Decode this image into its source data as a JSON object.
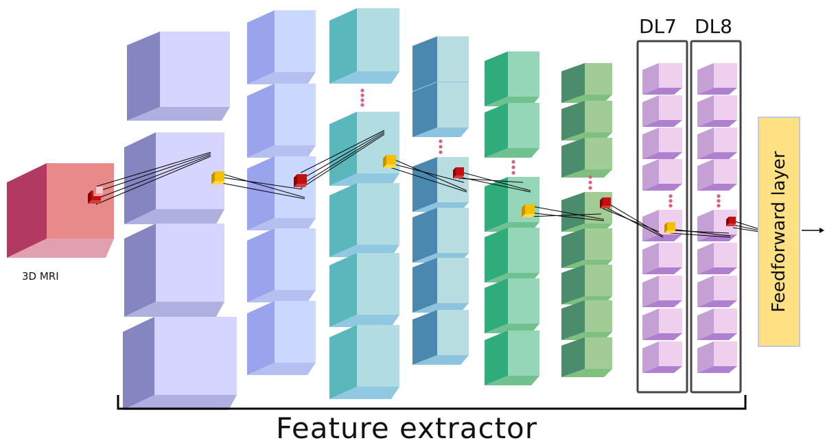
{
  "labels": {
    "input": "3D MRI",
    "dl7": "DL7",
    "dl8": "DL8",
    "feedforward": "Feedforward layer",
    "feature_extractor": "Feature extractor"
  },
  "colors": {
    "input": [
      "#b23a62",
      "#e88a8a",
      "#e0a0b0"
    ],
    "layer1": [
      "#8585c2",
      "#d5d5ff",
      "#b0b0e0"
    ],
    "layer2": [
      "#9aa4ec",
      "#cad8ff",
      "#b6c0f0"
    ],
    "layer3": [
      "#5ab8bc",
      "#b0dce2",
      "#8fc8e0"
    ],
    "layer4": [
      "#4a88b0",
      "#b8dde0",
      "#8cc4e0"
    ],
    "layer5": [
      "#2fab7c",
      "#96d6b8",
      "#70c090"
    ],
    "layer6": [
      "#4a8c6c",
      "#a2cc96",
      "#7fc080"
    ],
    "dense": [
      "#c5a0d5",
      "#eed0ee",
      "#b080d0"
    ],
    "kernel_dark": [
      "#8a0000",
      "#c21010",
      "#d04040"
    ],
    "kernel_pink": [
      "#e08080",
      "#ffc8c8",
      "#f0a0a0"
    ],
    "kernel_yellow": [
      "#c89000",
      "#f5c000",
      "#ffd84a"
    ],
    "ellipsis": "#d86080",
    "feedforward": "#ffe083",
    "box_border": "#454545"
  }
}
